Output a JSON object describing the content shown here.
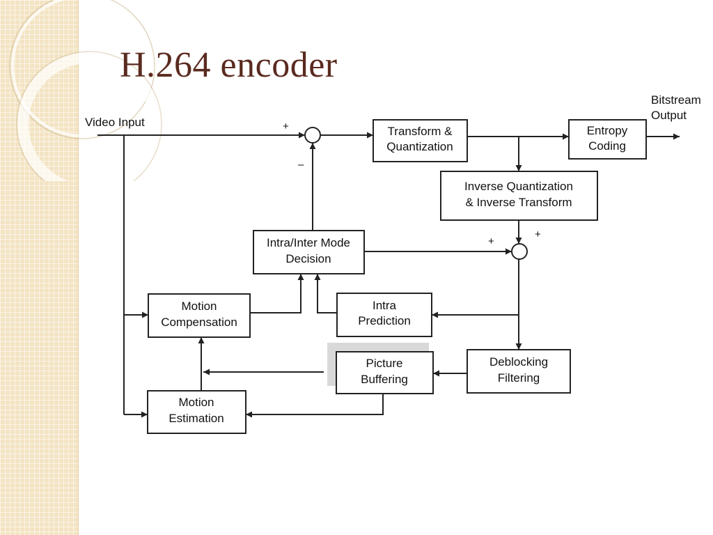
{
  "slide": {
    "title": "H.264 encoder"
  },
  "diagram": {
    "labels": {
      "video_input": "Video Input",
      "bitstream_line1": "Bitstream",
      "bitstream_line2": "Output"
    },
    "signs": {
      "sum1_plus": "+",
      "sum1_minus": "–",
      "sum2_plus_left": "+",
      "sum2_plus_top": "+"
    },
    "blocks": {
      "transform": [
        "Transform &",
        "Quantization"
      ],
      "entropy": [
        "Entropy",
        "Coding"
      ],
      "inverse": [
        "Inverse Quantization",
        "& Inverse Transform"
      ],
      "mode_decision": [
        "Intra/Inter Mode",
        "Decision"
      ],
      "motion_comp": [
        "Motion",
        "Compensation"
      ],
      "intra_pred": [
        "Intra",
        "Prediction"
      ],
      "picture_buf": [
        "Picture",
        "Buffering"
      ],
      "deblocking": [
        "Deblocking",
        "Filtering"
      ],
      "motion_est": [
        "Motion",
        "Estimation"
      ]
    }
  }
}
